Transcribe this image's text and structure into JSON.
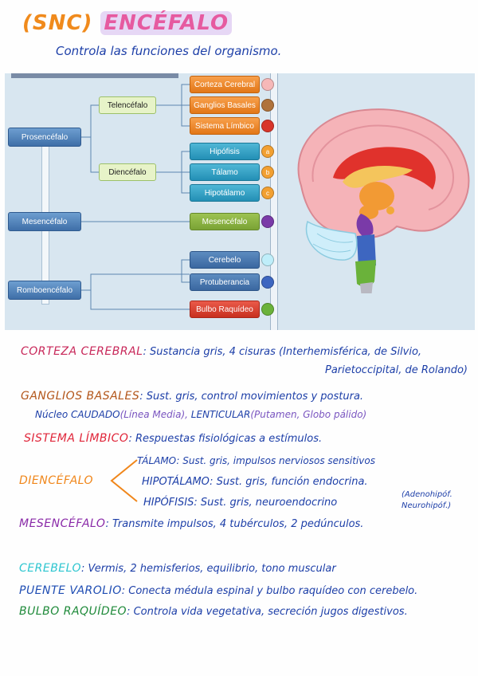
{
  "header": {
    "title_a": "(SNC)",
    "title_b": "ENCÉFALO",
    "subtitle": "Controla las funciones del organismo."
  },
  "diagram": {
    "main": [
      "Prosencéfalo",
      "Mesencéfalo",
      "Romboencéfalo"
    ],
    "sub": [
      "Telencéfalo",
      "Diencéfalo"
    ],
    "tel_items": [
      "Corteza Cerebral",
      "Ganglios Basales",
      "Sistema Límbico"
    ],
    "dien_items": [
      "Hipófisis",
      "Tálamo",
      "Hipotálamo"
    ],
    "dien_marks": [
      "a",
      "b",
      "c"
    ],
    "mes_item": "Mesencéfalo",
    "romb_items": [
      "Cerebelo",
      "Protuberancia",
      "Bulbo Raquídeo"
    ]
  },
  "notes": {
    "corteza_h": "CORTEZA CEREBRAL",
    "corteza_t": ": Sustancia gris, 4 cisuras (Interhemisférica, de Silvio,",
    "corteza_t2": "Parietoccipital, de Rolando)",
    "ganglios_h": "GANGLIOS BASALES",
    "ganglios_t": ": Sust. gris, control movimientos y postura.",
    "nucleo_a": "Núcleo CAUDADO",
    "nucleo_b": "(Línea Media),",
    "nucleo_c": "LENTICULAR",
    "nucleo_d": "(Putamen, Globo pálido)",
    "limbico_h": "SISTEMA LÍMBICO",
    "limbico_t": ": Respuestas fisiológicas a estímulos.",
    "dien_h": "DIENCÉFALO",
    "talamo_h": "TÁLAMO",
    "talamo_t": ": Sust. gris, impulsos nerviosos sensitivos",
    "hipotalamo_h": "HIPOTÁLAMO",
    "hipotalamo_t": ": Sust. gris, función endocrina.",
    "hipofisis_h": "HIPÓFISIS",
    "hipofisis_t": ": Sust. gris, neuroendocrino",
    "hipofisis_n1": "(Adenohipóf.",
    "hipofisis_n2": "Neurohipóf.)",
    "mes_h": "MESENCÉFALO",
    "mes_t": ": Transmite impulsos, 4 tubérculos, 2 pedúnculos.",
    "cerebelo_h": "CEREBELO",
    "cerebelo_t": ": Vermis, 2 hemisferios, equilibrio, tono muscular",
    "puente_h": "PUENTE VAROLIO",
    "puente_t": ": Conecta médula espinal y bulbo raquídeo con cerebelo.",
    "bulbo_h": "BULBO RAQUÍDEO",
    "bulbo_t": ": Controla vida vegetativa, secreción jugos digestivos."
  },
  "colors": {
    "corteza": "#c8285a",
    "ganglios": "#b3561a",
    "limbico": "#e0263a",
    "dien": "#f0861a",
    "mes": "#8a2aa8",
    "cerebelo": "#2ec6d0",
    "puente": "#1f4db3",
    "bulbo": "#1f8a3a",
    "text": "#1d3fa8"
  }
}
